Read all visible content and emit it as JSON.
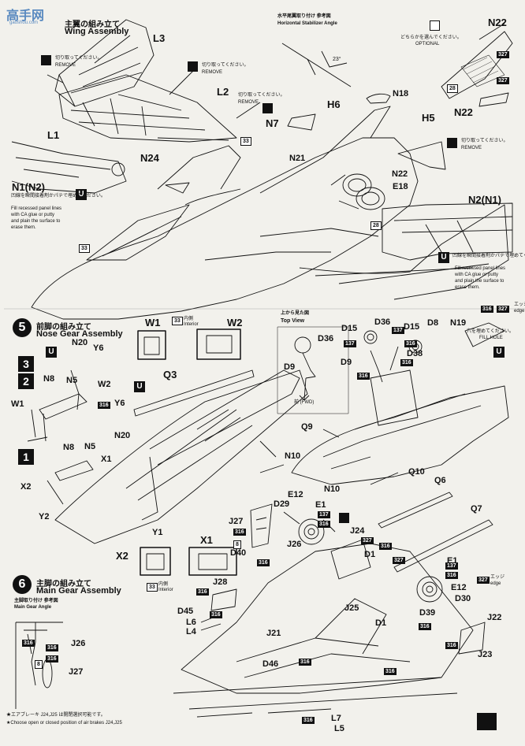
{
  "watermark": {
    "text": "高手网",
    "sub": "gaoshou.com"
  },
  "step4": {
    "jp": "主翼の組み立て",
    "en": "Wing Assembly"
  },
  "step5": {
    "number": "5",
    "jp": "前脚の組み立て",
    "en": "Nose Gear Assembly"
  },
  "step6": {
    "number": "6",
    "jp": "主脚の組み立て",
    "en": "Main Gear Assembly"
  },
  "notes": {
    "cut_remove_jp": "切り取ってください。",
    "remove": "REMOVE",
    "optional_jp": "どちらかを選んでください。",
    "optional": "OPTIONAL",
    "fill_jp": "凹線を瞬間接着剤かパテで埋めてください。",
    "fill_en_1": "Fill recessed panel lines",
    "fill_en_2": "with CA glue or putty",
    "fill_en_3": "and plain the surface to",
    "fill_en_4": "erase them.",
    "hstab_jp": "水平尾翼取り付け 参考図",
    "hstab_en": "Horizontal Stabilizer Angle",
    "hstab_angle": "23°",
    "topview_jp": "上から見た図",
    "topview_en": "Top View",
    "fwd": "前 (FWD)",
    "interior_jp": "内側",
    "interior": "Interior",
    "edge_jp": "エッジ",
    "edge": "edge",
    "fillhole_jp": "穴を埋めてください。",
    "fillhole": "FILL HOLE",
    "maingear_angle_jp": "主脚取り付け 参考図",
    "maingear_angle_en": "Main Gear Angle",
    "airbrake_jp": "★エアブレーキ J24,J25 は開閉選択可能です。",
    "airbrake_en": "★Choose open or closed position of air brakes J24,J25"
  },
  "parts": {
    "L3": "L3",
    "L2": "L2",
    "L1": "L1",
    "H6": "H6",
    "H5": "H5",
    "N18": "N18",
    "N22a": "N22",
    "N22b": "N22",
    "N22c": "N22",
    "N7": "N7",
    "N21": "N21",
    "N24": "N24",
    "E18": "E18",
    "N1N2": "N1(N2)",
    "N2N1": "N2(N1)",
    "W1": "W1",
    "W2": "W2",
    "Q3": "Q3",
    "N20": "N20",
    "Y6": "Y6",
    "N8": "N8",
    "N5": "N5",
    "W2b": "W2",
    "Y6b": "Y6",
    "N20b": "N20",
    "N8b": "N8",
    "N5b": "N5",
    "X1": "X1",
    "X2": "X2",
    "Y2": "Y2",
    "Y1": "Y1",
    "W1b": "W1",
    "X1b": "X1",
    "X2b": "X2",
    "D36": "D36",
    "D9": "D9",
    "D15a": "D15",
    "D36b": "D36",
    "D15b": "D15",
    "D8": "D8",
    "N19": "N19",
    "D9b": "D9",
    "D38": "D38",
    "Q9": "Q9",
    "N10": "N10",
    "N10b": "N10",
    "Q10": "Q10",
    "Q6": "Q6",
    "Q7": "Q7",
    "E12": "E12",
    "E1": "E1",
    "D29": "D29",
    "J27": "J27",
    "J26": "J26",
    "D40": "D40",
    "J24": "J24",
    "D1": "D1",
    "J28": "J28",
    "J25": "J25",
    "D1b": "D1",
    "E1b": "E1",
    "E12b": "E12",
    "D30": "D30",
    "D39": "D39",
    "J22": "J22",
    "D45": "D45",
    "L6": "L6",
    "L4": "L4",
    "J21": "J21",
    "J23": "J23",
    "D46": "D46",
    "L7": "L7",
    "L5": "L5",
    "J26b": "J26",
    "J27b": "J27"
  },
  "tags": {
    "t33": "33",
    "t327": "327",
    "t28": "28",
    "t316": "316",
    "t137": "137",
    "t8": "8",
    "t3": "3",
    "t2": "2",
    "t1": "1"
  },
  "colors": {
    "ink": "#111111",
    "paper": "#f2f1ec"
  }
}
